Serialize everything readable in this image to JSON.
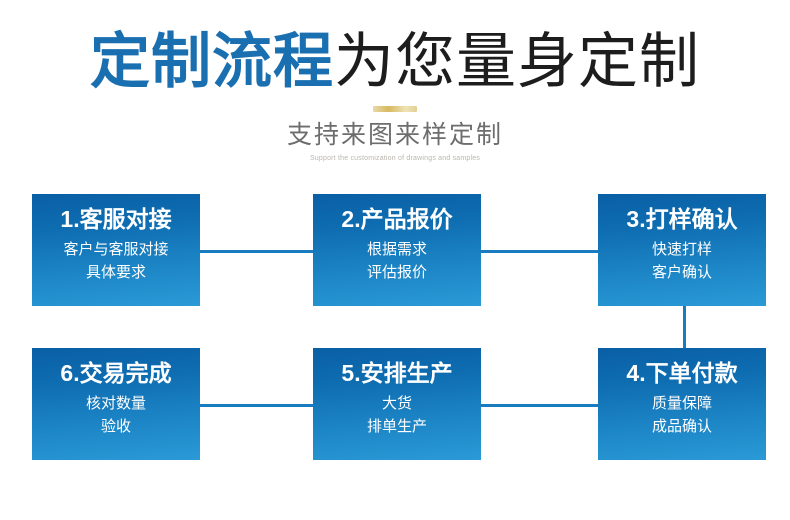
{
  "header": {
    "title_accent": "定制流程",
    "title_plain": "为您量身定制",
    "subtitle": "支持来图来样定制",
    "subtitle_en": "Support the customization of drawings and samples",
    "accent_color": "#1a6fb0",
    "divider_color": "#d8b961"
  },
  "flow": {
    "box_gradient_from": "#0a5fa5",
    "box_gradient_to": "#2a9ad6",
    "connector_color": "#1a7cc0",
    "steps": [
      {
        "id": 1,
        "title": "1.客服对接",
        "desc_line1": "客户与客服对接",
        "desc_line2": "具体要求"
      },
      {
        "id": 2,
        "title": "2.产品报价",
        "desc_line1": "根据需求",
        "desc_line2": "评估报价"
      },
      {
        "id": 3,
        "title": "3.打样确认",
        "desc_line1": "快速打样",
        "desc_line2": "客户确认"
      },
      {
        "id": 4,
        "title": "4.下单付款",
        "desc_line1": "质量保障",
        "desc_line2": "成品确认"
      },
      {
        "id": 5,
        "title": "5.安排生产",
        "desc_line1": "大货",
        "desc_line2": "排单生产"
      },
      {
        "id": 6,
        "title": "6.交易完成",
        "desc_line1": "核对数量",
        "desc_line2": "验收"
      }
    ]
  }
}
